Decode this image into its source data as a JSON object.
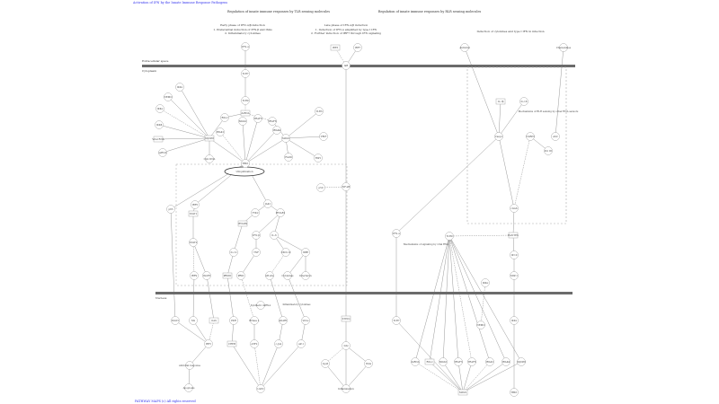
{
  "header_link": "Activation of IFN by the Innate Immune Response Pathogens",
  "footer_link": "PATHWAY MAPS (c) All rights reserved",
  "titles": [
    "Regulation of innate immune responses by TLR sensing molecules",
    "Regulation of innate immune responses by RLR sensing molecules"
  ],
  "subtitles": {
    "early": [
      "Early phase of IFN-α/β induction",
      "1. Preferential induction of IFN-β and ISGs",
      "2. Inflammatory cytokines"
    ],
    "late": [
      "Late phase of IFN-α/β induction",
      "1. Induction of IFN-α amplified by type I IFN",
      "2. Further induction of IRF7 through IFN signaling"
    ],
    "right": "Induction of cytokines and type I IFN in infection"
  },
  "compartments": {
    "extracellular": "Extracellular space",
    "cytoplasm": "Cytoplasm",
    "nucleus": "Nucleus",
    "side_note": "Mechanisms of RLR sensing by other RNA sensors",
    "center_note": "Inflammatory cytokines",
    "right_note": "Mechanisms of signaling by viral RNA",
    "ellipse": "Ubiquitination"
  },
  "nodes": [
    "IFN-α",
    "TLR7",
    "TLR9",
    "dsRNA",
    "RIG-I",
    "MDA5",
    "TRAF3",
    "TRAF6",
    "IRAK1",
    "IRAK4",
    "MyD88",
    "MAVS",
    "TBK1",
    "IKKε",
    "NEMO",
    "IKKα",
    "IKKβ",
    "Viral RNA",
    "ssRNA",
    "CpG DNA",
    "TLR3",
    "TRIF",
    "RIP1",
    "FADD",
    "IRF3",
    "IRF7",
    "IκB",
    "NF-κB",
    "p50",
    "p65",
    "IRF5",
    "STAT1",
    "STAT2",
    "IRF9",
    "ISGF3",
    "JAK1",
    "TYK2",
    "IFNAR1",
    "IFNAR2",
    "IFN-β",
    "IL-6",
    "IL-12",
    "TNF",
    "CXCL10",
    "ISRE",
    "PRDIII",
    "PRDI",
    "κB site",
    "Cytokines",
    "Interferon",
    "ISG15",
    "Mx",
    "OAS",
    "PKR",
    "RNase L",
    "ADAR1",
    "Virus",
    "Synthetic dsRNA",
    "IRF1",
    "CREB",
    "ATF2",
    "c-Jun",
    "AP-1",
    "Antiviral response",
    "Apoptosis",
    "LGP2",
    "STING",
    "DAI",
    "Lipid",
    "ISGs",
    "Inflammation",
    "Antiviral",
    "Chemokines",
    "IL-1β",
    "IL-18",
    "Casp1",
    "NLRP3",
    "ASC",
    "Pol III",
    "cGAS",
    "RANTES",
    "IP-10",
    "MIP-1"
  ],
  "colors": {
    "membrane": "#6b6b6b",
    "edge": "#9a9a9a",
    "node_stroke": "#aaaaaa",
    "link": "#3333ee"
  }
}
